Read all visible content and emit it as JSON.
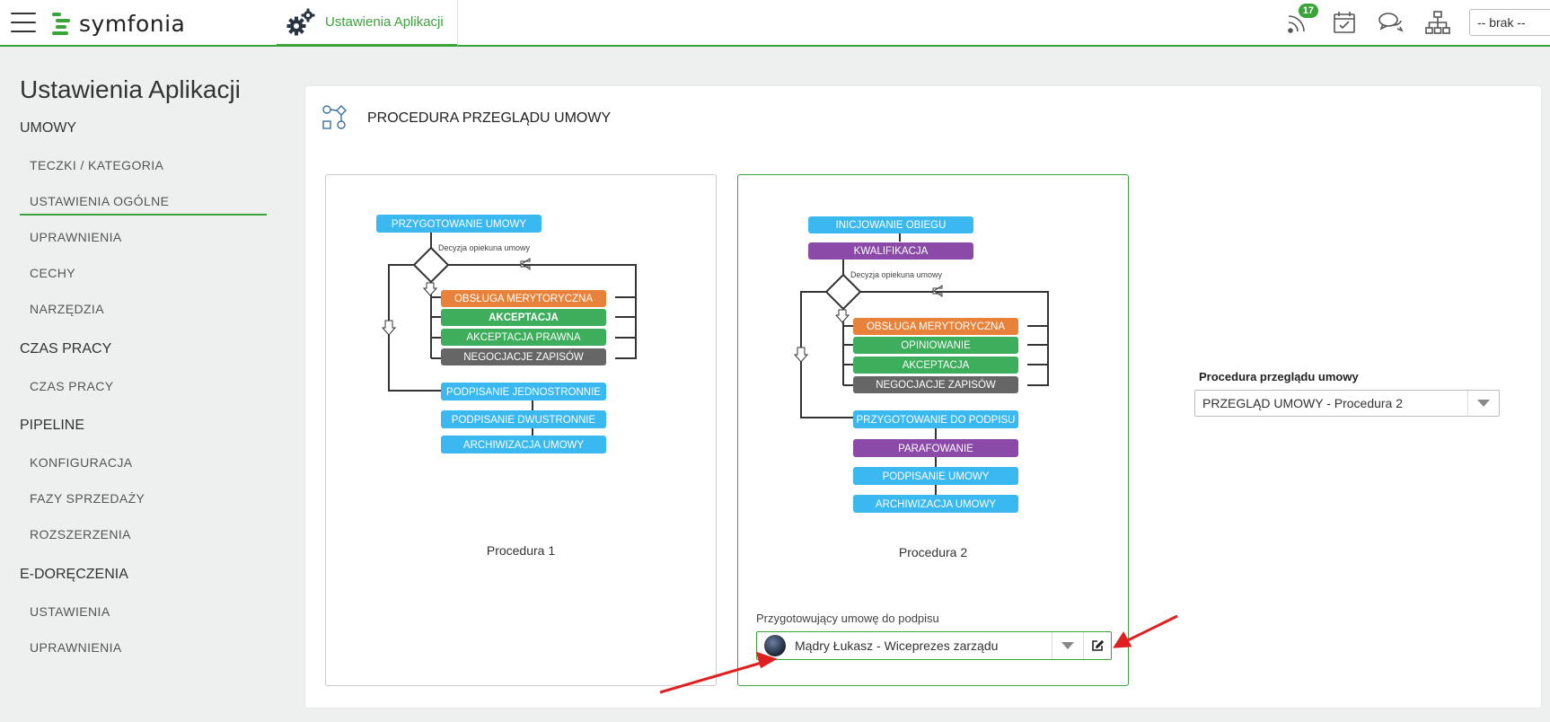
{
  "topbar": {
    "brand": "symfonia",
    "app_tab_label": "Ustawienia Aplikacji",
    "notification_count": "17",
    "context_select_value": "-- brak --"
  },
  "sidebar": {
    "title": "Ustawienia Aplikacji",
    "sections": [
      {
        "label": "UMOWY",
        "items": [
          "TECZKI / KATEGORIA",
          "USTAWIENIA OGÓLNE",
          "UPRAWNIENIA",
          "CECHY",
          "NARZĘDZIA"
        ]
      },
      {
        "label": "CZAS PRACY",
        "items": [
          "CZAS PRACY"
        ]
      },
      {
        "label": "PIPELINE",
        "items": [
          "KONFIGURACJA",
          "FAZY SPRZEDAŻY",
          "ROZSZERZENIA"
        ]
      },
      {
        "label": "E-DORĘCZENIA",
        "items": [
          "USTAWIENIA",
          "UPRAWNIENIA"
        ]
      }
    ],
    "active_item": "USTAWIENIA OGÓLNE"
  },
  "main": {
    "title": "PROCEDURA PRZEGLĄDU UMOWY",
    "procedure1": {
      "name": "Procedura 1",
      "decision_label": "Decyzja opiekuna umowy",
      "steps": [
        "PRZYGOTOWANIE UMOWY",
        "OBSŁUGA MERYTORYCZNA",
        "AKCEPTACJA",
        "AKCEPTACJA PRAWNA",
        "NEGOCJACJE ZAPISÓW",
        "PODPISANIE JEDNOSTRONNIE",
        "PODPISANIE DWUSTRONNIE",
        "ARCHIWIZACJA UMOWY"
      ]
    },
    "procedure2": {
      "name": "Procedura 2",
      "decision_label": "Decyzja opiekuna umowy",
      "steps": [
        "INICJOWANIE OBIEGU",
        "KWALIFIKACJA",
        "OBSŁUGA MERYTORYCZNA",
        "OPINIOWANIE",
        "AKCEPTACJA",
        "NEGOCJACJE ZAPISÓW",
        "PRZYGOTOWANIE DO PODPISU",
        "PARAFOWANIE",
        "PODPISANIE UMOWY",
        "ARCHIWIZACJA UMOWY"
      ],
      "preparer_label": "Przygotowujący umowę do podpisu",
      "preparer_value": "Mądry Łukasz - Wiceprezes zarządu"
    },
    "procedure_select_label": "Procedura przeglądu umowy",
    "procedure_select_value": "PRZEGLĄD UMOWY - Procedura 2"
  },
  "colors": {
    "accent": "#3aa33a",
    "blue_step": "#3ab8f0",
    "orange_step": "#e8823a",
    "green_step": "#3cae5c",
    "grey_step": "#666666",
    "purple_step": "#8b4aa8"
  }
}
